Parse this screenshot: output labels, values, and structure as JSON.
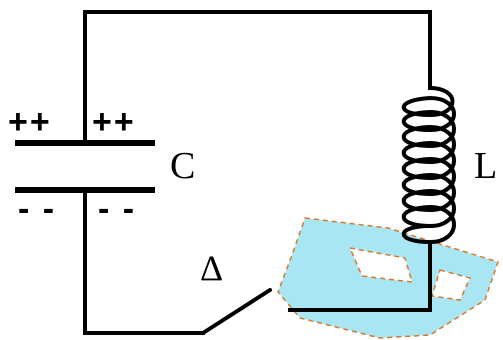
{
  "diagram": {
    "capacitor_label": "C",
    "inductor_label": "L",
    "switch_label": "Δ",
    "top_plate_charge_left": "++",
    "top_plate_charge_right": "++",
    "bottom_plate_charge_left": "- -",
    "bottom_plate_charge_right": "- -"
  },
  "colors": {
    "wire": "#000000",
    "watermark_fill": "#a8e6f3",
    "watermark_outline": "#d9772a"
  }
}
